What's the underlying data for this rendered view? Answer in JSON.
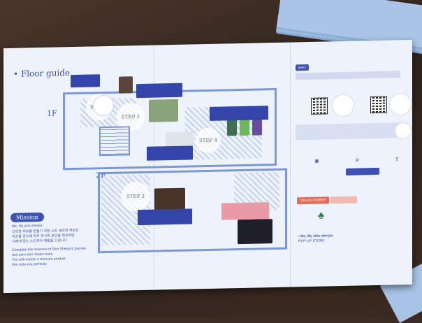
{
  "guide": {
    "title": "• Floor guide",
    "floor_1": "1F",
    "floor_2": "2F",
    "step1": "STEP 1",
    "step2": "STEP 2",
    "step3": "STEP 3",
    "step4": "STEP 4"
  },
  "mission": {
    "badge": "Mission",
    "subtitle": "Me, My skin sherpa",
    "line_1": "건강한 피부를 만들기 위한 스킨 셰르파 여정의",
    "line_2": "미션을 완수해 피부 레시피 코인을 획득하면",
    "line_3": "나에게 맞는 스킨케어 제품을 드립니다.",
    "line_4": "Complete the missions of Skin Sherpa's journey",
    "line_5": "and earn skin recipe coins.",
    "line_6": "You will receive a skincare product",
    "line_7": "that suits you perfectly."
  },
  "right_panel": {
    "header": "INFO",
    "event_label": "3/8-3/31 EVENT",
    "footer_left": "• Me, My skin sherpa",
    "footer_sub": "POP-UP STORE"
  },
  "colors": {
    "accent": "#3d52b3",
    "paper": "#eef3fb",
    "event": "#e46b55"
  }
}
